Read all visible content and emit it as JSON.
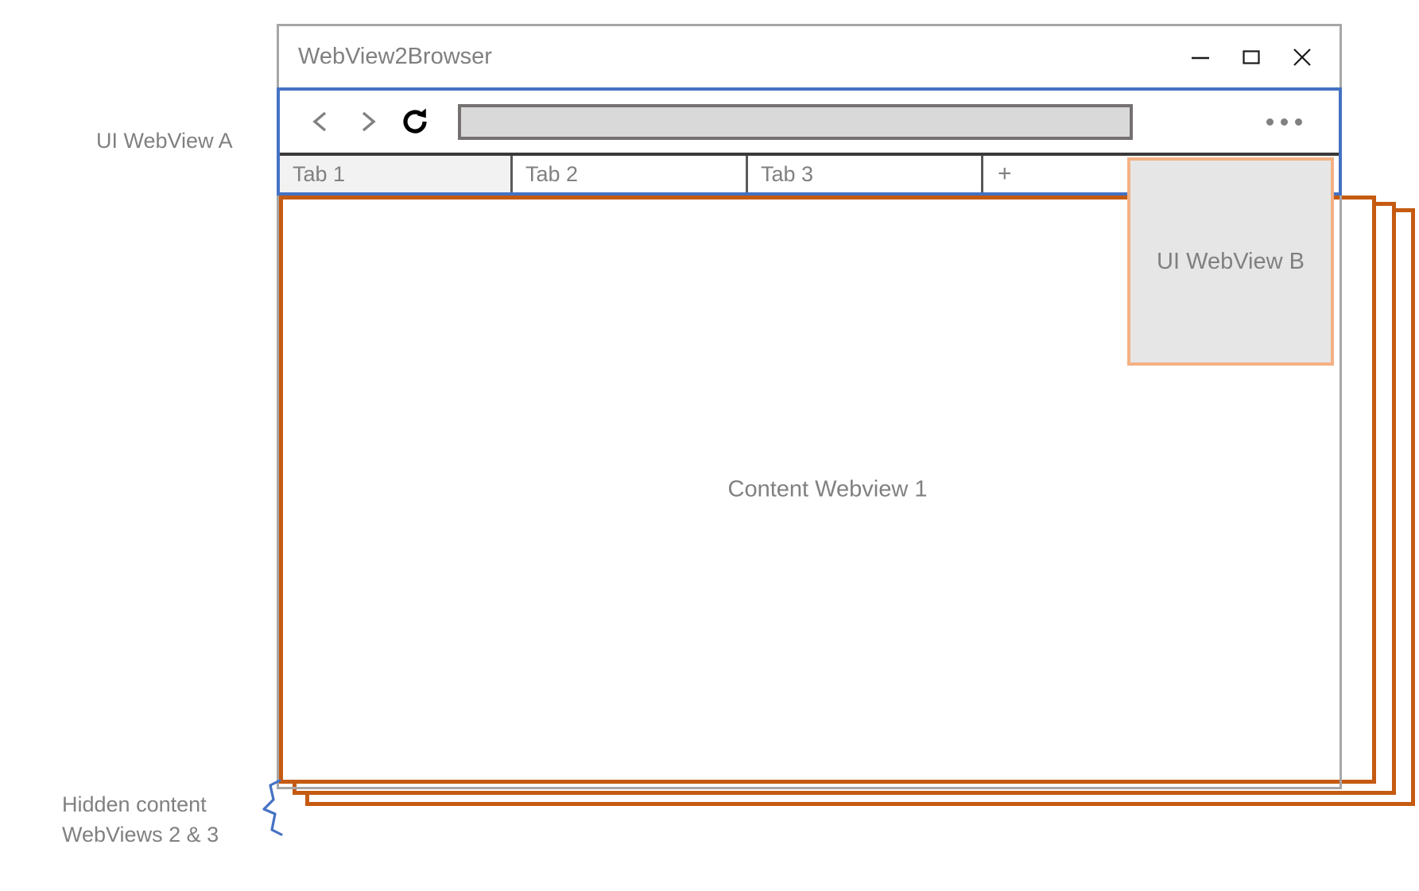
{
  "diagram": {
    "annotations": {
      "webview_a_label": "UI WebView A",
      "hidden_content_label": "Hidden content\nWebViews 2 & 3",
      "hidden_content_line1": "Hidden content",
      "hidden_content_line2": "WebViews 2 & 3"
    },
    "colors": {
      "ui_webview_a_border": "#4472c4",
      "ui_webview_b_border": "#f4b183",
      "ui_webview_b_fill": "#e7e6e6",
      "content_webview_border": "#c55a11",
      "window_border": "#a6a6a6",
      "tab_divider": "#595959",
      "tab_strip_top": "#3b3838",
      "address_bar_fill": "#d9d9d9",
      "address_bar_border": "#767171",
      "text_gray": "#808080",
      "brace_blue": "#4472c4"
    }
  },
  "window": {
    "title": "WebView2Browser",
    "controls": [
      {
        "name": "minimize",
        "glyph": "—"
      },
      {
        "name": "maximize",
        "glyph": "□"
      },
      {
        "name": "close",
        "glyph": "✕"
      }
    ]
  },
  "toolbar": {
    "back_label": "<",
    "forward_label": ">",
    "reload_label": "⟳",
    "address_value": "",
    "address_placeholder": "",
    "more_label": "..."
  },
  "tabs": [
    {
      "label": "Tab 1",
      "active": true
    },
    {
      "label": "Tab 2",
      "active": false
    },
    {
      "label": "Tab 3",
      "active": false
    }
  ],
  "new_tab": {
    "label": "+"
  },
  "content_webviews": {
    "front_label": "Content Webview 1",
    "hidden_count": 2
  },
  "ui_webview_b": {
    "label": "UI WebView B"
  }
}
